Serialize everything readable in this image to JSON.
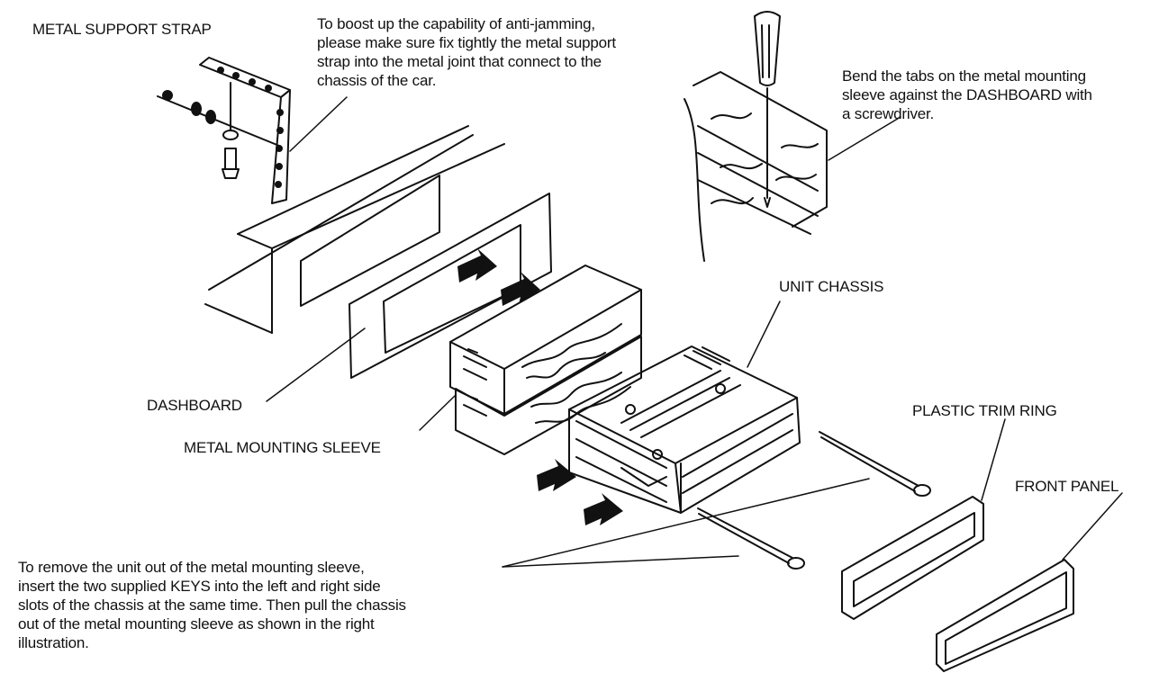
{
  "labels": {
    "metal_support_strap": "METAL SUPPORT  STRAP",
    "unit_chassis": "UNIT CHASSIS",
    "dashboard": "DASHBOARD",
    "metal_mounting_sleeve": "METAL MOUNTING SLEEVE",
    "plastic_trim_ring": "PLASTIC TRIM RING",
    "front_panel": "FRONT PANEL"
  },
  "notes": {
    "anti_jamming": [
      "To boost up the capability of anti-jamming,",
      "please make sure fix tightly the metal support",
      "strap into the metal joint that connect to the",
      "chassis of the car."
    ],
    "bend_tabs": [
      "Bend the tabs on the metal mounting",
      "sleeve against the DASHBOARD with",
      "a screwdriver."
    ],
    "remove_unit": [
      "To remove the unit out of the metal mounting sleeve,",
      "insert the two supplied KEYS into the left and right side",
      "slots of the chassis at the same time. Then pull the chassis",
      "out of the metal mounting sleeve as shown in the right",
      "illustration."
    ]
  },
  "colors": {
    "ink": "#111111",
    "paper": "#ffffff"
  }
}
